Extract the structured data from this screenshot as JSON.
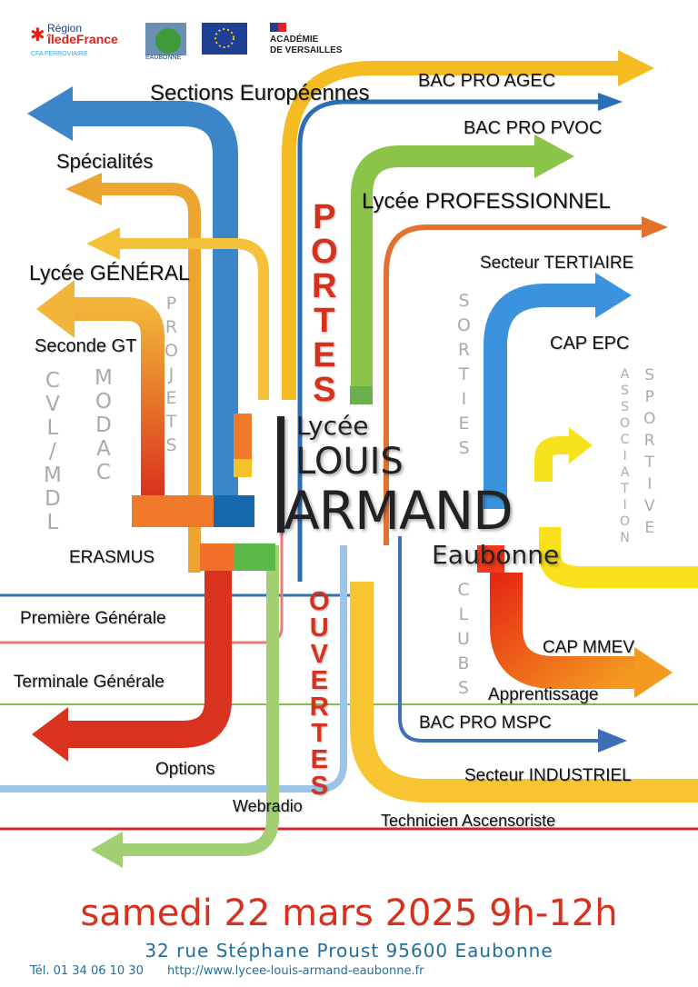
{
  "logos": {
    "region": {
      "line1": "Région",
      "line2": "îledeFrance",
      "line3": "CFA FERROVIAIRE"
    },
    "eaubonne": "EAUBONNE",
    "eu": "EU flag",
    "academie": {
      "line1": "ACADÉMIE",
      "line2": "DE VERSAILLES"
    }
  },
  "labels": {
    "sections_europeennes": "Sections Européennes",
    "bac_pro_agec": "BAC PRO AGEC",
    "bac_pro_pvoc": "BAC PRO PVOC",
    "specialites": "Spécialités",
    "lycee_professionnel": "Lycée PROFESSIONNEL",
    "secteur_tertiaire": "Secteur TERTIAIRE",
    "lycee_general": "Lycée GÉNÉRAL",
    "seconde_gt": "Seconde GT",
    "cap_epc": "CAP EPC",
    "erasmus": "ERASMUS",
    "premiere_generale": "Première Générale",
    "cap_mmev": "CAP MMEV",
    "terminale_generale": "Terminale Générale",
    "apprentissage": "Apprentissage",
    "bac_pro_mspc": "BAC PRO MSPC",
    "options": "Options",
    "secteur_industriel": "Secteur INDUSTRIEL",
    "webradio": "Webradio",
    "technicien_ascensoriste": "Technicien Ascensoriste"
  },
  "vertical": {
    "cvl_mdl": [
      "C",
      "V",
      "L",
      "/",
      "M",
      "D",
      "L"
    ],
    "modac": [
      "M",
      "O",
      "D",
      "A",
      "C"
    ],
    "projets": [
      "P",
      "R",
      "O",
      "J",
      "E",
      "T",
      "S"
    ],
    "sorties": [
      "S",
      "O",
      "R",
      "T",
      "I",
      "E",
      "S"
    ],
    "clubs": [
      "C",
      "L",
      "U",
      "B",
      "S"
    ],
    "association": [
      "A",
      "S",
      "S",
      "O",
      "C",
      "I",
      "A",
      "T",
      "I",
      "O",
      "N"
    ],
    "sportive": [
      "S",
      "P",
      "O",
      "R",
      "T",
      "I",
      "V",
      "E"
    ],
    "portes": [
      "P",
      "O",
      "R",
      "T",
      "E",
      "S"
    ],
    "ouvertes": [
      "O",
      "U",
      "V",
      "E",
      "R",
      "T",
      "E",
      "S"
    ]
  },
  "school": {
    "line1": "Lycée",
    "line2": "LOUIS",
    "line3": "ARMAND",
    "line4": "Eaubonne"
  },
  "footer": {
    "date": "samedi 22 mars 2025 9h-12h",
    "address": "32 rue Stéphane Proust 95600 Eaubonne",
    "phone": "Tél. 01 34 06 10 30",
    "website": "http://www.lycee-louis-armand-eaubonne.fr"
  },
  "colors": {
    "red": "#d6311d",
    "blue": "#1f6f9e",
    "grey": "#aaaaaa"
  }
}
